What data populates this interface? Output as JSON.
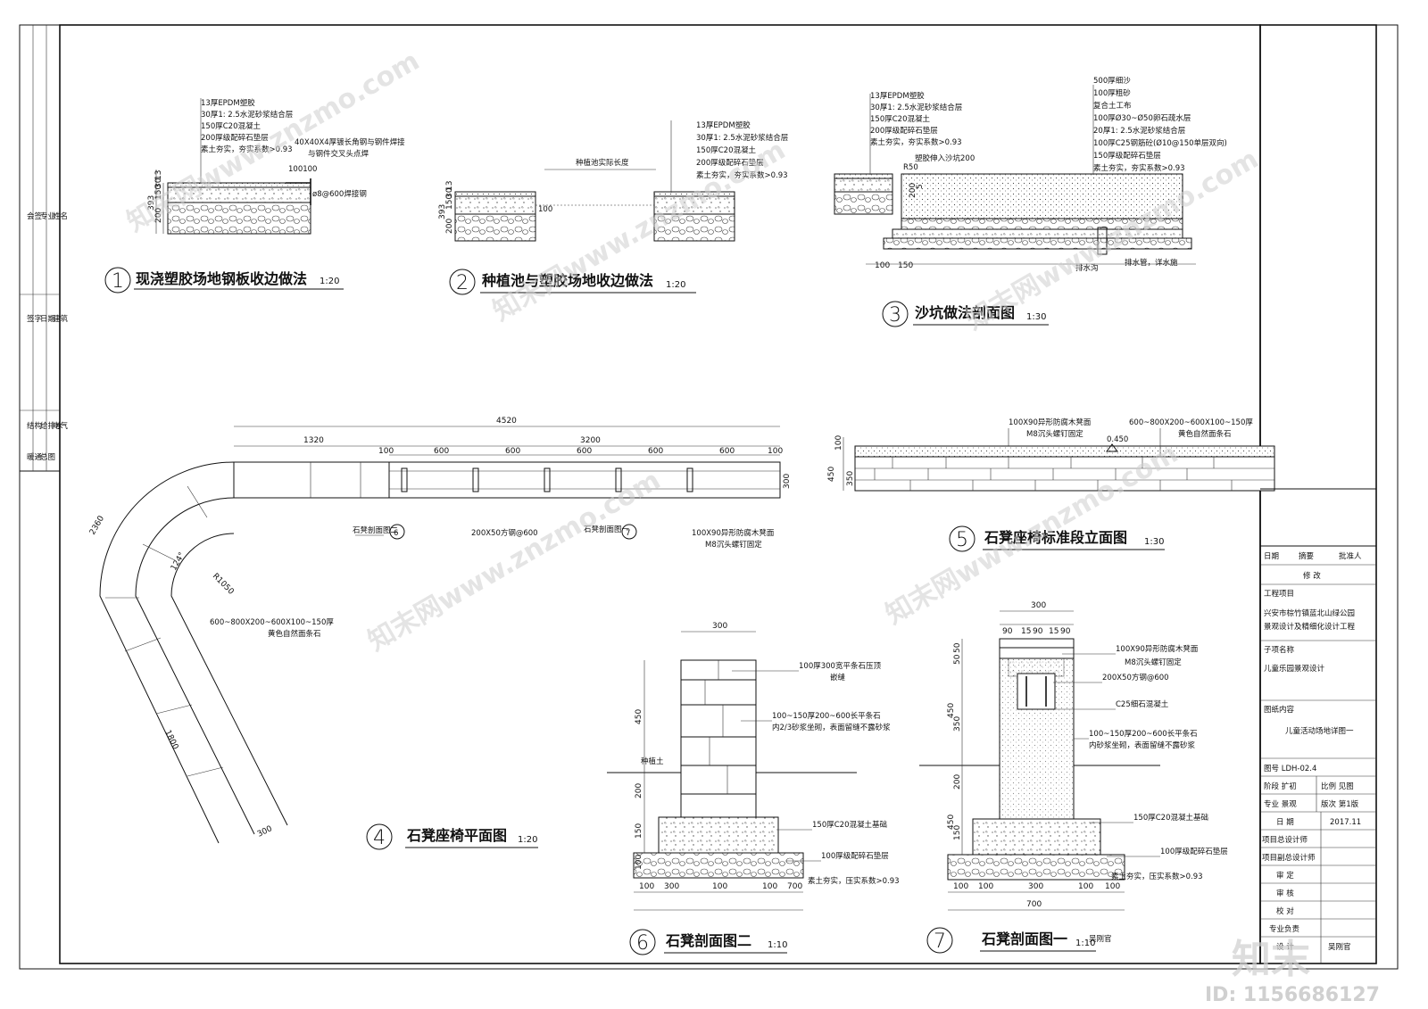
{
  "details": {
    "d1": {
      "num": "1",
      "title": "现浇塑胶场地钢板收边做法",
      "scale": "1:20",
      "layers": [
        "13厚EPDM塑胶",
        "30厚1: 2.5水泥砂浆结合层",
        "150厚C20混凝土",
        "200厚级配碎石垫层",
        "素土夯实，夯实系数>0.93"
      ],
      "notes": [
        "40X40X4厚镀长角钢与钢件焊接",
        "与钢件交叉头点焊",
        "100100",
        "ø8@600焊接钢"
      ],
      "dims": [
        "393",
        "200",
        "150",
        "30",
        "13"
      ]
    },
    "d2": {
      "num": "2",
      "title": "种植池与塑胶场地收边做法",
      "scale": "1:20",
      "layers": [
        "13厚EPDM塑胶",
        "30厚1: 2.5水泥砂浆结合层",
        "150厚C20混凝土",
        "200厚级配碎石垫层",
        "素土夯实，夯实系数>0.93"
      ],
      "notes": [
        "种植池实际长度",
        "100"
      ],
      "dims": [
        "393",
        "200",
        "150",
        "30",
        "13"
      ]
    },
    "d3": {
      "num": "3",
      "title": "沙坑做法剖面图",
      "scale": "1:30",
      "layers_left": [
        "13厚EPDM塑胶",
        "30厚1: 2.5水泥砂浆结合层",
        "150厚C20混凝土",
        "200厚级配碎石垫层",
        "素土夯实，夯实系数>0.93"
      ],
      "layers_right": [
        "500厚细沙",
        "100厚粗砂",
        "复合土工布",
        "100厚Ø30~Ø50卵石疏水层",
        "20厚1: 2.5水泥砂浆结合层",
        "100厚C25钢筋砼(Ø10@150单层双向)",
        "150厚级配碎石垫层",
        "素土夯实，夯实系数>0.93"
      ],
      "notes": [
        "塑胶伸入沙坑200",
        "R50",
        "排水沟",
        "排水管，详水施",
        "100",
        "150"
      ],
      "dims": [
        "200",
        "5"
      ]
    },
    "d4": {
      "num": "4",
      "title": "石凳座椅平面图",
      "scale": "1:20",
      "dims": [
        "4520",
        "1320",
        "3200",
        "100",
        "600",
        "600",
        "600",
        "600",
        "600",
        "100",
        "300",
        "2360",
        "124°",
        "R1050",
        "1800",
        "300"
      ],
      "notes": [
        "石凳剖面图二",
        "6",
        "200X50方钢@600",
        "石凳剖面图一",
        "7",
        "100X90异形防腐木凳面",
        "M8沉头螺钉固定",
        "600~800X200~600X100~150厚",
        "黄色自然面条石"
      ]
    },
    "d5": {
      "num": "5",
      "title": "石凳座椅标准段立面图",
      "scale": "1:30",
      "notes": [
        "100X90异形防腐木凳面",
        "M8沉头螺钉固定",
        "0.450",
        "600~800X200~600X100~150厚",
        "黄色自然面条石"
      ],
      "dims": [
        "100",
        "450",
        "350"
      ]
    },
    "d6": {
      "num": "6",
      "title": "石凳剖面图二",
      "scale": "1:10",
      "notes": [
        "100厚300宽平条石压顶",
        "嵌缝",
        "100~150厚200~600长平条石",
        "内2/3砂浆坐砌，表面留缝不露砂浆",
        "种植土",
        "150厚C20混凝土基础",
        "100厚级配碎石垫层",
        "素土夯实，压实系数>0.93"
      ],
      "dims": [
        "300",
        "450",
        "200",
        "150",
        "100",
        "100",
        "300",
        "100",
        "100",
        "700"
      ]
    },
    "d7": {
      "num": "7",
      "title": "石凳剖面图一",
      "scale": "1:10",
      "notes": [
        "100X90异形防腐木凳面",
        "M8沉头螺钉固定",
        "200X50方钢@600",
        "C25细石混凝土",
        "100~150厚200~600长平条石",
        "内砂浆坐砌，表面留缝不露砂浆",
        "150厚C20混凝土基础",
        "100厚级配碎石垫层",
        "素土夯实，压实系数>0.93"
      ],
      "dims": [
        "300",
        "90",
        "15",
        "90",
        "15",
        "90",
        "50",
        "50",
        "450",
        "350",
        "200",
        "450",
        "150",
        "100",
        "100",
        "300",
        "100",
        "100",
        "700"
      ]
    }
  },
  "title_block": {
    "rev_header": [
      "日期",
      "摘要",
      "批准人"
    ],
    "rev_title": "修  改",
    "project_label": "工程项目",
    "project_value": [
      "兴安市棕竹镇蓝北山绿公园",
      "景观设计及精细化设计工程"
    ],
    "sub_label": "子项名称",
    "sub_value": "儿童乐园景观设计",
    "drawing_label": "图纸内容",
    "drawing_value": "儿童活动场地详图一",
    "drawing_no": "图号 LDH-02.4",
    "stage": "阶段 扩初",
    "scale": "比例 见图",
    "discipline": "专业 景观",
    "version": "版次 第1版",
    "date_label": "日  期",
    "date_value": "2017.11",
    "roles": [
      "项目总设计师",
      "项目副总设计师",
      "审  定",
      "审  核",
      "校  对",
      "专业负责",
      "设  计"
    ],
    "signatures": [
      "吴刚官",
      "吴刚官"
    ]
  },
  "left_strip": {
    "cells": [
      "会签",
      "专业",
      "姓名",
      "签字",
      "日期",
      "建筑",
      "结构",
      "给排水",
      "电气",
      "暖通",
      "总图"
    ]
  },
  "watermarks": {
    "site": "知末网www.znzmo.com",
    "brand": "知末",
    "id": "ID: 1156686127"
  }
}
